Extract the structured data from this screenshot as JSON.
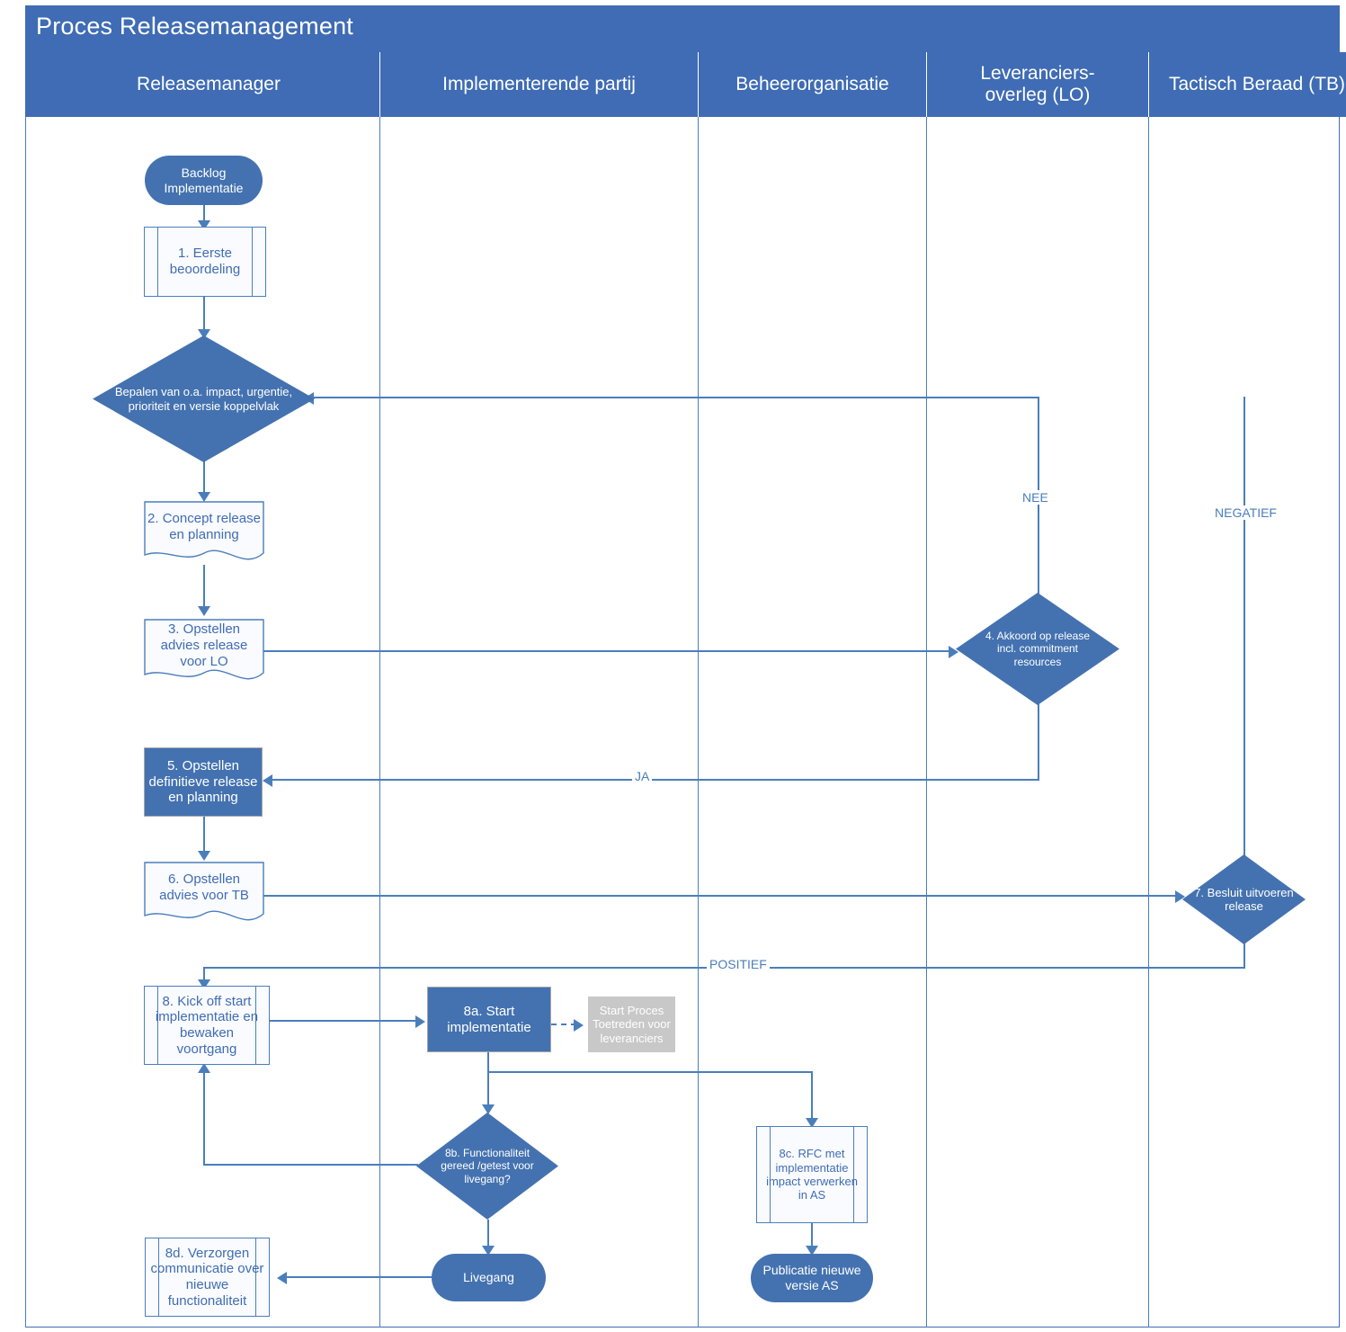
{
  "diagram": {
    "title": "Proces Releasemanagement",
    "type": "swimlane-flowchart",
    "colors": {
      "header_blue": "#3F6CB4",
      "shape_blue": "#4472B0",
      "line_blue": "#4A7EBB",
      "gray": "#C8C8C8",
      "text_blue": "#3F6CB4",
      "white": "#FFFFFF"
    },
    "lanes": [
      {
        "id": "releasemanager",
        "label": "Releasemanager"
      },
      {
        "id": "implementerende-partij",
        "label": "Implementerende partij"
      },
      {
        "id": "beheerorganisatie",
        "label": "Beheerorganisatie"
      },
      {
        "id": "leveranciersoverleg",
        "label": "Leveranciers-\noverleg (LO)"
      },
      {
        "id": "tactisch-beraad",
        "label": "Tactisch Beraad (TB)"
      }
    ],
    "nodes": [
      {
        "id": "backlog",
        "lane": "releasemanager",
        "shape": "terminator",
        "label": "Backlog Implementatie"
      },
      {
        "id": "step1",
        "lane": "releasemanager",
        "shape": "predefined-process",
        "label": "1. Eerste beoordeling"
      },
      {
        "id": "bepalen",
        "lane": "releasemanager",
        "shape": "decision",
        "label": "Bepalen van o.a. impact, urgentie, prioriteit en versie koppelvlak"
      },
      {
        "id": "step2",
        "lane": "releasemanager",
        "shape": "document",
        "label": "2. Concept release en planning"
      },
      {
        "id": "step3",
        "lane": "releasemanager",
        "shape": "document",
        "label": "3. Opstellen advies release voor LO"
      },
      {
        "id": "step5",
        "lane": "releasemanager",
        "shape": "process-filled",
        "label": "5. Opstellen definitieve release en planning"
      },
      {
        "id": "step6",
        "lane": "releasemanager",
        "shape": "document",
        "label": "6. Opstellen advies voor TB"
      },
      {
        "id": "step8",
        "lane": "releasemanager",
        "shape": "predefined-process",
        "label": "8. Kick off start implementatie en bewaken voortgang"
      },
      {
        "id": "step8d",
        "lane": "releasemanager",
        "shape": "predefined-process",
        "label": "8d. Verzorgen communicatie over nieuwe functionaliteit"
      },
      {
        "id": "step8a",
        "lane": "implementerende-partij",
        "shape": "process-filled",
        "label": "8a. Start implementatie"
      },
      {
        "id": "startproces",
        "lane": "implementerende-partij",
        "shape": "external-gray",
        "label": "Start Proces Toetreden voor leveranciers"
      },
      {
        "id": "step8b",
        "lane": "implementerende-partij",
        "shape": "decision",
        "label": "8b. Functionaliteit gereed /getest voor livegang?"
      },
      {
        "id": "livegang",
        "lane": "implementerende-partij",
        "shape": "terminator",
        "label": "Livegang"
      },
      {
        "id": "step8c",
        "lane": "beheerorganisatie",
        "shape": "predefined-process",
        "label": "8c. RFC met implementatie impact verwerken in AS"
      },
      {
        "id": "publicatie",
        "lane": "beheerorganisatie",
        "shape": "terminator",
        "label": "Publicatie nieuwe versie AS"
      },
      {
        "id": "step4",
        "lane": "leveranciersoverleg",
        "shape": "decision",
        "label": "4. Akkoord op release incl. commitment resources"
      },
      {
        "id": "step7",
        "lane": "tactisch-beraad",
        "shape": "decision",
        "label": "7. Besluit uitvoeren release"
      }
    ],
    "edge_labels": {
      "nee": "NEE",
      "ja": "JA",
      "negatief": "NEGATIEF",
      "positief": "POSITIEF"
    },
    "edges": [
      {
        "from": "backlog",
        "to": "step1",
        "label": ""
      },
      {
        "from": "step1",
        "to": "bepalen",
        "label": ""
      },
      {
        "from": "bepalen",
        "to": "step2",
        "label": ""
      },
      {
        "from": "step2",
        "to": "step3",
        "label": ""
      },
      {
        "from": "step3",
        "to": "step4",
        "label": ""
      },
      {
        "from": "step4",
        "to": "bepalen",
        "label": "NEE"
      },
      {
        "from": "step4",
        "to": "step5",
        "label": "JA"
      },
      {
        "from": "step5",
        "to": "step6",
        "label": ""
      },
      {
        "from": "step6",
        "to": "step7",
        "label": ""
      },
      {
        "from": "step7",
        "to": "bepalen",
        "label": "NEGATIEF"
      },
      {
        "from": "step7",
        "to": "step8",
        "label": "POSITIEF"
      },
      {
        "from": "step8",
        "to": "step8a",
        "label": ""
      },
      {
        "from": "step8a",
        "to": "startproces",
        "label": "",
        "style": "dashed"
      },
      {
        "from": "step8a",
        "to": "step8b",
        "label": ""
      },
      {
        "from": "step8a",
        "to": "step8c",
        "label": ""
      },
      {
        "from": "step8b",
        "to": "step8",
        "label": ""
      },
      {
        "from": "step8b",
        "to": "livegang",
        "label": ""
      },
      {
        "from": "livegang",
        "to": "step8d",
        "label": ""
      },
      {
        "from": "step8c",
        "to": "publicatie",
        "label": ""
      }
    ]
  }
}
